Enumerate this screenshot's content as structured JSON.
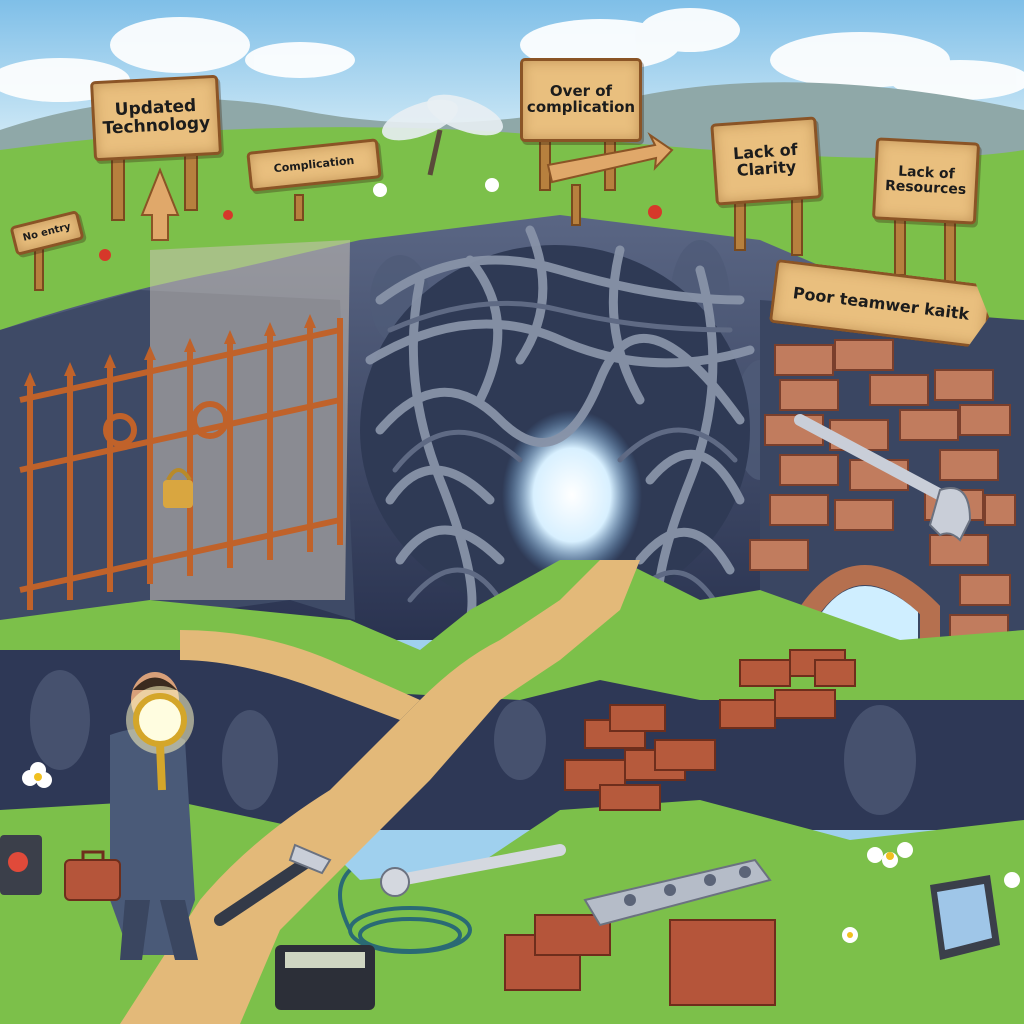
{
  "signs": {
    "updated_technology": "Updated Technology",
    "no_entry": "No entry",
    "complication": "Complication",
    "over_of_complication": "Over of complication",
    "lack_of_clarity": "Lack of Clarity",
    "lack_of_resources": "Lack of Resources",
    "poor_teamwork": "Poor teamwer kaitk"
  },
  "colors": {
    "sky": "#9fd0ee",
    "grass": "#7cc04a",
    "chasm_rock": "#3e4e6a",
    "path": "#e3b979",
    "sign_wood": "#e9bf7e",
    "gate_metal": "#c0622a",
    "brick": "#b65a3c",
    "portal_glow": "#e8f6ff"
  },
  "icons": [
    "sign-post-icon",
    "gate-icon",
    "padlock-icon",
    "tangled-wire-tunnel-icon",
    "brick-wall-icon",
    "wrench-icon",
    "magnifying-glass-icon",
    "briefcase-icon",
    "hammer-icon",
    "calculator-icon",
    "tablet-icon",
    "laptop-icon",
    "dragonfly-icon",
    "flower-icon",
    "cable-icon",
    "steel-beam-icon",
    "arrow-icon"
  ]
}
